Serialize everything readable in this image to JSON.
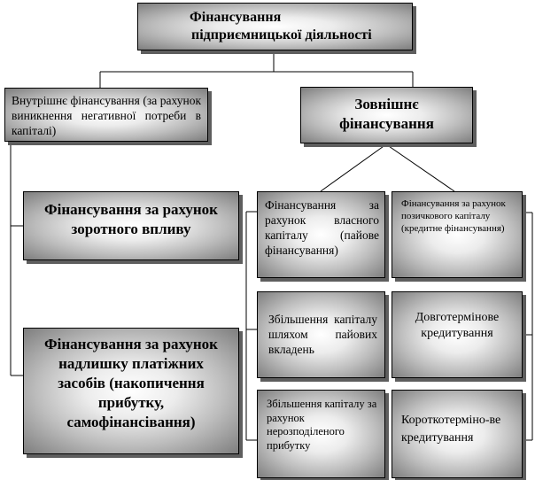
{
  "nodes": {
    "root": {
      "line1": "Фінансування",
      "line2": "підприємницької діяльності"
    },
    "internal": {
      "text": "Внутрішнє фінансування (за рахунок виникнення негативної потреби в капіталі)"
    },
    "external": {
      "text": "Зовнішнє фінансування"
    },
    "reverse_flow": {
      "text": "Фінансування за рахунок зоротного впливу"
    },
    "surplus": {
      "text": "Фінансування за рахунок надлишку платіжних засобів (накопичення прибутку, самофінансівання)"
    },
    "equity": {
      "text": "Фінансування за рахунок власного капіталу (пайове фінансування)"
    },
    "debt": {
      "text": "Фінансування за рахунок позичкового капіталу (кредитне фінансування)"
    },
    "shares": {
      "text": "Збільшення капіталу шляхом пайових вкладень"
    },
    "long_term": {
      "text": "Довготермінове кредитування"
    },
    "retained": {
      "text": "Збільшення капіталу за рахунок нерозподіленого прибутку"
    },
    "short_term": {
      "text": "Короткотерміно-ве кредитування"
    }
  }
}
